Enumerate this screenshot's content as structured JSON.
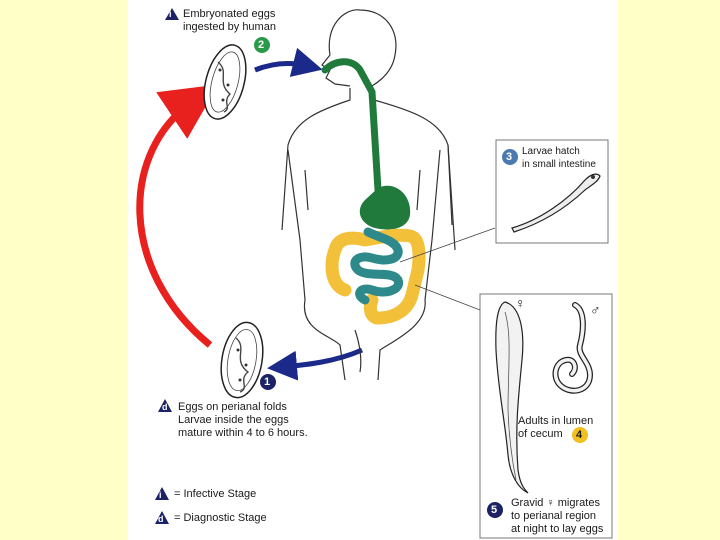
{
  "steps": {
    "s1": {
      "marker": "i",
      "lines": [
        "Embryonated eggs",
        "ingested by human"
      ]
    },
    "s2": {
      "num": "2"
    },
    "s3": {
      "num": "3",
      "lines": [
        "Larvae hatch",
        "in small intestine"
      ]
    },
    "s4": {
      "num": "4",
      "lines": [
        "Adults in lumen",
        "of cecum"
      ]
    },
    "s5": {
      "num": "5",
      "lines": [
        "Gravid ♀ migrates",
        "to perianal region",
        "at night to lay eggs"
      ]
    },
    "s1d": {
      "num": "1",
      "marker": "d",
      "lines": [
        "Eggs on perianal folds",
        "Larvae inside the eggs",
        "mature within 4 to 6 hours."
      ]
    }
  },
  "symbols": {
    "female": "♀",
    "male": "♂"
  },
  "legend": {
    "infective": {
      "marker": "i",
      "label": "= Infective Stage"
    },
    "diagnostic": {
      "marker": "d",
      "label": "= Diagnostic Stage"
    }
  },
  "colors": {
    "background": "#ffffc8",
    "panel": "#ffffff",
    "cycle_arrow": "#e8201e",
    "step_arrow": "#1b2a8a",
    "esophagus_stomach": "#1f7a3c",
    "small_intestine": "#2e8a8a",
    "large_intestine": "#f3c03a",
    "badge_green": "#2a9a4a",
    "badge_blue": "#4a7ab0",
    "badge_yellow": "#f0c020",
    "badge_navy": "#1b2266"
  }
}
